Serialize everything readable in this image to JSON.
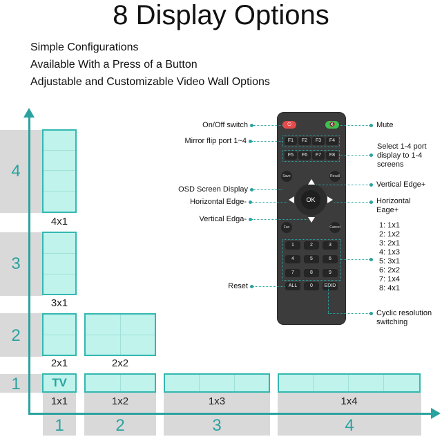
{
  "title": "8 Display Options",
  "features": [
    "Simple Configurations",
    "Available With a Press of a Button",
    "Adjustable and Customizable Video Wall Options"
  ],
  "rows": [
    "4",
    "3",
    "2",
    "1"
  ],
  "columns": [
    "1",
    "2",
    "3",
    "4"
  ],
  "layout_labels": {
    "l4x1": "4x1",
    "l3x1": "3x1",
    "l2x1": "2x1",
    "l2x2": "2x2",
    "l1x1": "1x1",
    "l1x2": "1x2",
    "l1x3": "1x3",
    "l1x4": "1x4"
  },
  "tv_label": "TV",
  "remote": {
    "fkeys": [
      "F1",
      "F2",
      "F3",
      "F4",
      "F5",
      "F6",
      "F7",
      "F8"
    ],
    "save": "Save",
    "recall": "Recall",
    "ok": "OK",
    "fun": "Fun",
    "cancel": "Cancel",
    "numbers": [
      "1",
      "2",
      "3",
      "4",
      "5",
      "6",
      "7",
      "8",
      "9"
    ],
    "all": "ALL",
    "zero": "0",
    "edid": "EDID"
  },
  "callouts": {
    "on_off": "On/Off switch",
    "mirror": "Mirror flip port 1~4",
    "osd": "OSD Screen Display",
    "h_edge_minus": "Horizontal Edge-",
    "v_edge_minus": "Vertical Edga-",
    "reset": "Reset",
    "mute": "Mute",
    "select": [
      "Select 1-4 port",
      "display to 1-4",
      "screens"
    ],
    "v_edge_plus": "Vertical Edge+",
    "h_edge_plus": [
      "Horizontal",
      "Eage+"
    ],
    "modes": [
      "1: 1x1",
      "2: 1x2",
      "3: 2x1",
      "4: 1x3",
      "5: 3x1",
      "6: 2x2",
      "7: 1x4",
      "8: 4x1"
    ],
    "cyclic": [
      "Cyclic resolution",
      "switching"
    ]
  },
  "colors": {
    "accent": "#2ba2a0",
    "screen_fill": "#bff3ec",
    "band": "#d9d9d9",
    "power": "#e24b4b",
    "mute": "#3fbf4f"
  }
}
